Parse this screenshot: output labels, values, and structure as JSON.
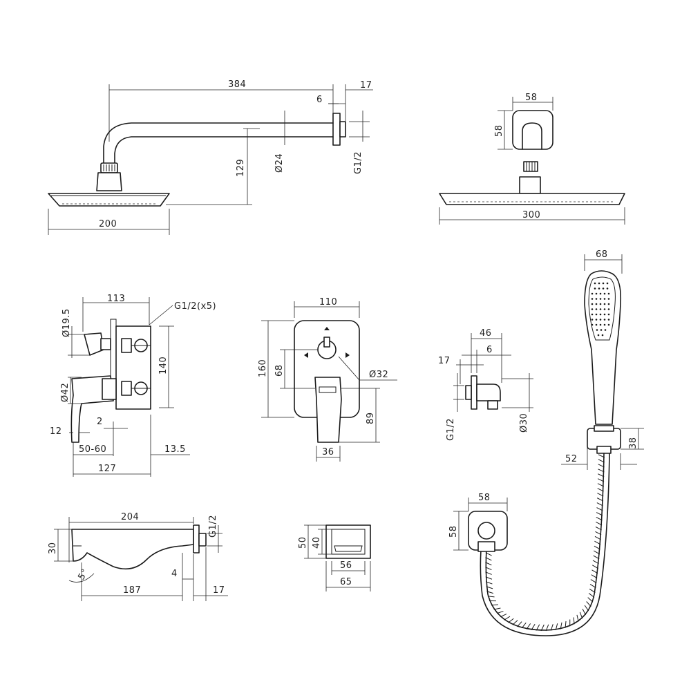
{
  "shower_arm": {
    "length": "384",
    "flange_thickness": "6",
    "flange_depth": "17",
    "drop": "129",
    "pipe_diameter": "Ø24",
    "thread": "G1/2",
    "head_width": "200"
  },
  "shower_head_front": {
    "flange_width": "58",
    "flange_height": "58",
    "head_width": "300"
  },
  "mixer_side": {
    "width_top": "113",
    "inlet_note": "G1/2(x5)",
    "handle_dia": "Ø19.5",
    "knob_dia": "Ø42",
    "height": "140",
    "gap": "2",
    "lever_offset": "12",
    "depth_range": "50-60",
    "cover_offset": "13.5",
    "width_bottom": "127"
  },
  "mixer_front": {
    "width": "110",
    "height": "160",
    "center_height": "68",
    "diverter_dia": "Ø32",
    "lever_height": "89",
    "lever_width": "36"
  },
  "wall_outlet_side": {
    "length": "46",
    "thickness": "6",
    "offset": "17",
    "thread": "G1/2",
    "diameter": "Ø30"
  },
  "hand_shower": {
    "width": "68",
    "holder_height": "38",
    "holder_depth": "52"
  },
  "wall_outlet_front": {
    "width": "58",
    "height": "58"
  },
  "spout": {
    "length": "204",
    "thread": "G1/2",
    "height": "30",
    "angle": "5°",
    "offset": "4",
    "body_length": "187",
    "flange_depth": "17"
  },
  "spout_flange": {
    "outer_height": "50",
    "inner_height": "40",
    "inner_width": "56",
    "outer_width": "65"
  }
}
